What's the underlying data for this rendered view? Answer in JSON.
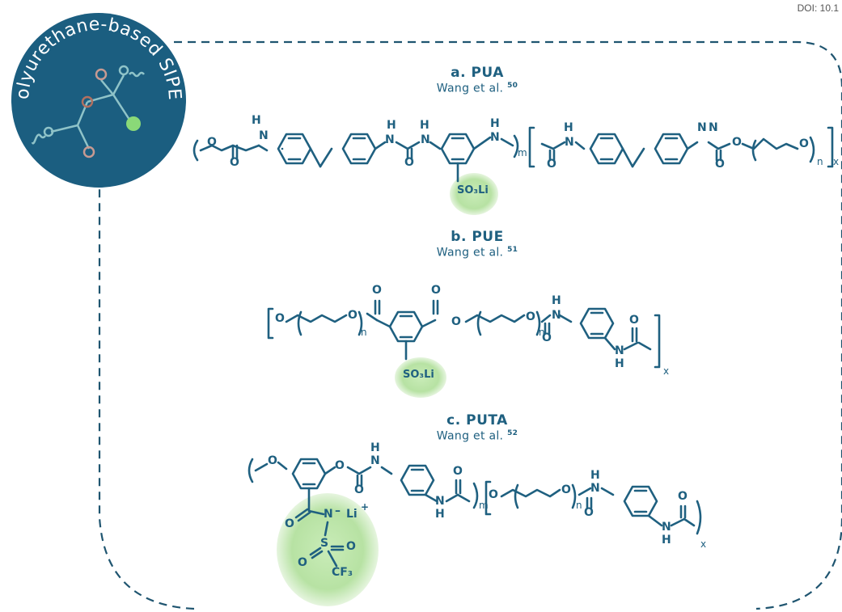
{
  "doi": "DOI: 10.1",
  "badge": {
    "text": "Polyurethane-based SIPEs",
    "bg_color": "#1b5e80",
    "accent_color": "#8ad978"
  },
  "colors": {
    "line": "#1f6080",
    "dash": "#1f5570",
    "highlight": "#b7e2a3"
  },
  "sections": [
    {
      "title": "a. PUA",
      "ref_text": "Wang et al.",
      "ref_num": "50",
      "atoms": {
        "o1": "O",
        "o2": "O",
        "o3": "O",
        "o4": "O",
        "o5": "O",
        "o6": "O",
        "nh1": "H",
        "nh2": "H",
        "nh3": "H",
        "nh4": "H",
        "nh5": "H",
        "n1": "N",
        "n2": "N",
        "n3": "N",
        "n4": "N",
        "n5": "N",
        "n6": "N",
        "n7": "N",
        "o7": "O"
      },
      "ion_group": "SO₃Li",
      "sub_m": "m",
      "sub_n": "n",
      "sub_x": "x"
    },
    {
      "title": "b. PUE",
      "ref_text": "Wang et al.",
      "ref_num": "51",
      "atoms": {
        "o1": "O",
        "o2": "O",
        "o3": "O",
        "o4": "O",
        "o5": "O",
        "o6": "O",
        "o7": "O",
        "o8": "O",
        "h1": "H",
        "h2": "H",
        "n1": "N",
        "n2": "N"
      },
      "ion_group": "SO₃Li",
      "sub_n1": "n",
      "sub_n2": "n",
      "sub_x": "x"
    },
    {
      "title": "c. PUTA",
      "ref_text": "Wang et al.",
      "ref_num": "52",
      "atoms": {
        "o1": "O",
        "o2": "O",
        "o3": "O",
        "o4": "O",
        "o5": "O",
        "o6": "O",
        "o7": "O",
        "o8": "O",
        "h1": "H",
        "h2": "H",
        "h3": "H",
        "h4": "H",
        "n1": "N",
        "n2": "N",
        "n3": "N",
        "n4": "N"
      },
      "ion": {
        "carbonyl_o": "O",
        "n": "N",
        "minus": "–",
        "li": "Li",
        "plus": "+",
        "s": "S",
        "o_right": "O",
        "o_left": "O",
        "cf3": "CF₃"
      },
      "sub_m": "m",
      "sub_n": "n",
      "sub_x": "x"
    }
  ]
}
